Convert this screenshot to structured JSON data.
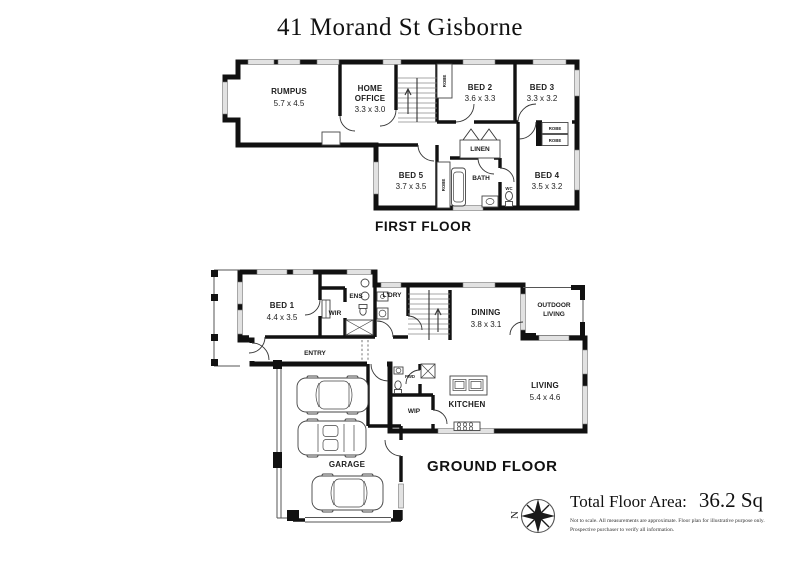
{
  "title": "41 Morand St Gisborne",
  "first_floor": {
    "label": "FIRST FLOOR",
    "rumpus": {
      "name": "RUMPUS",
      "dims": "5.7 x 4.5"
    },
    "home_office": {
      "line1": "HOME",
      "line2": "OFFICE",
      "dims": "3.3 x 3.0"
    },
    "bed2": {
      "name": "BED 2",
      "dims": "3.6 x 3.3"
    },
    "bed3": {
      "name": "BED 3",
      "dims": "3.3 x 3.2"
    },
    "bed4": {
      "name": "BED 4",
      "dims": "3.5 x 3.2"
    },
    "bed5": {
      "name": "BED 5",
      "dims": "3.7 x 3.5"
    },
    "bath": "BATH",
    "linen": "LINEN",
    "wc": "WC",
    "robe": "ROBE"
  },
  "ground_floor": {
    "label": "GROUND FLOOR",
    "bed1": {
      "name": "BED 1",
      "dims": "4.4 x 3.5"
    },
    "wir": "WIR",
    "ens": "ENS",
    "ldry": "L'DRY",
    "dining": {
      "name": "DINING",
      "dims": "3.8 x 3.1"
    },
    "outdoor_living": {
      "line1": "OUTDOOR",
      "line2": "LIVING"
    },
    "entry": "ENTRY",
    "pwd": "PWD",
    "wip": "WIP",
    "kitchen": "KITCHEN",
    "living": {
      "name": "LIVING",
      "dims": "5.4 x 4.6"
    },
    "garage": "GARAGE"
  },
  "footer": {
    "compass_letter": "N",
    "total_area_label": "Total Floor Area:",
    "total_area_value": "36.2 Sq",
    "disclaimer_line1": "Not to scale. All measurements are approximate. Floor plan for illustrative purpose only.",
    "disclaimer_line2": "Prospective purchaser to verify all information."
  }
}
